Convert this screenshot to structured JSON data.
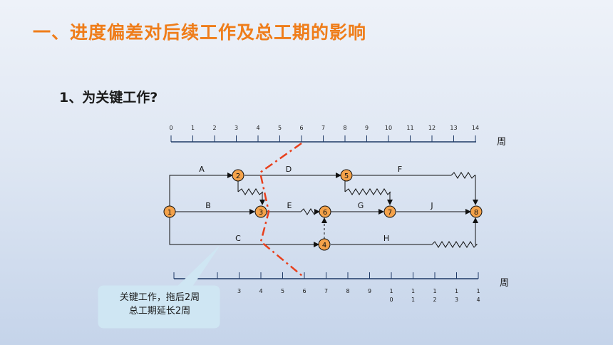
{
  "title": "一、进度偏差对后续工作及总工期的影响",
  "subtitle": "1、为关键工作?",
  "top_axis": {
    "ticks": [
      "0",
      "1",
      "2",
      "3",
      "4",
      "5",
      "6",
      "7",
      "8",
      "9",
      "10",
      "11",
      "12",
      "13",
      "14"
    ],
    "unit": "周"
  },
  "bottom_axis": {
    "ticks": [
      "3",
      "4",
      "5",
      "6",
      "7",
      "8",
      "9"
    ],
    "ticks_two_digit": [
      [
        "1",
        "0"
      ],
      [
        "1",
        "1"
      ],
      [
        "1",
        "2"
      ],
      [
        "1",
        "3"
      ],
      [
        "1",
        "4"
      ]
    ],
    "unit": "周"
  },
  "nodes": [
    "1",
    "2",
    "3",
    "4",
    "5",
    "6",
    "7",
    "8"
  ],
  "activities": [
    "A",
    "B",
    "C",
    "D",
    "E",
    "F",
    "G",
    "H",
    "J"
  ],
  "callout": {
    "line1": "关键工作，拖后2周",
    "line2": "总工期延长2周"
  },
  "colors": {
    "title": "#ef7d1a",
    "node_fill": "#f4a24a",
    "checkline": "#e8401c",
    "axis": "#1f3a66",
    "callout": "#cfe6f3"
  }
}
